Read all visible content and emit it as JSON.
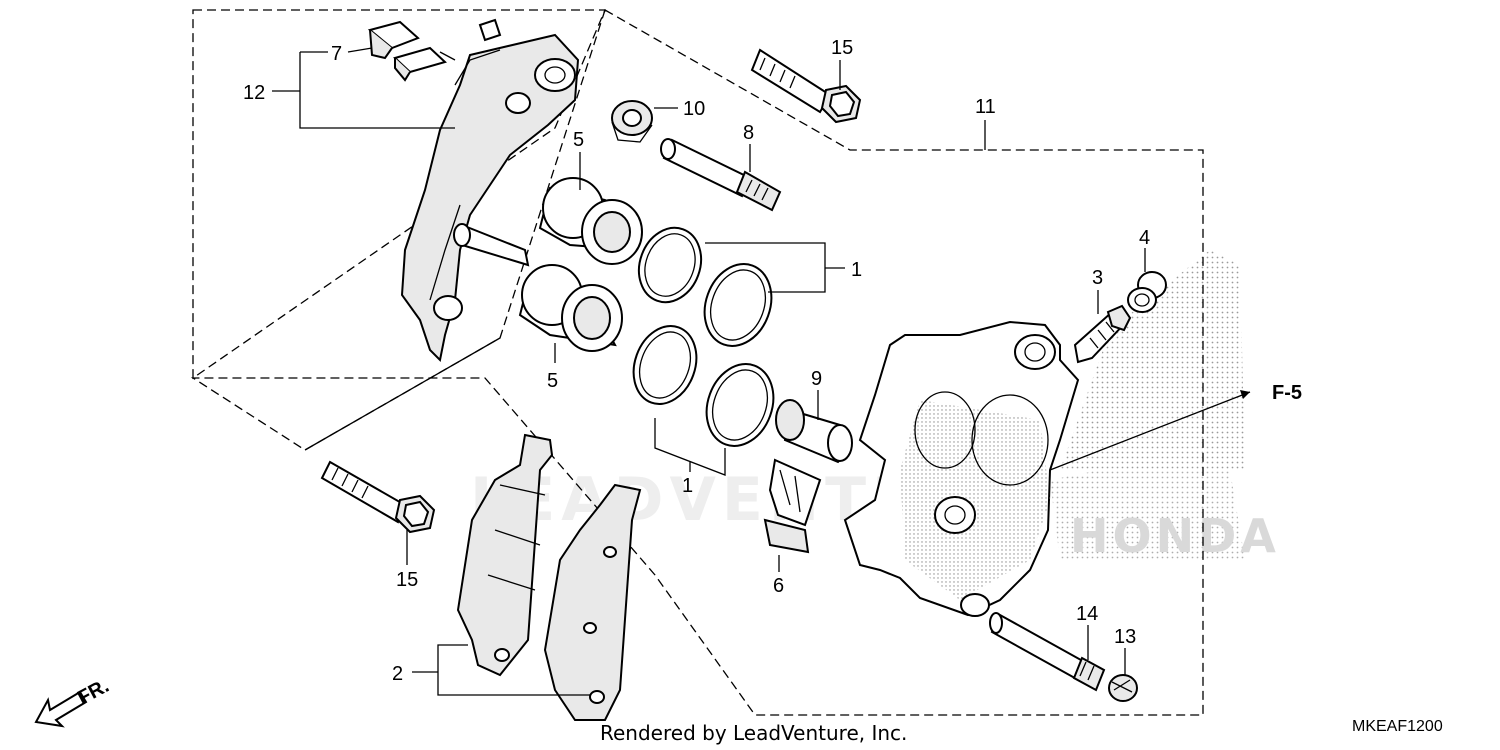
{
  "diagram": {
    "callouts": {
      "c1a": "1",
      "c1b": "1",
      "c2": "2",
      "c3": "3",
      "c4": "4",
      "c5a": "5",
      "c5b": "5",
      "c6": "6",
      "c7": "7",
      "c8": "8",
      "c9": "9",
      "c10": "10",
      "c11": "11",
      "c12": "12",
      "c13": "13",
      "c14": "14",
      "c15a": "15",
      "c15b": "15"
    },
    "reference_label": "F-5",
    "direction_label": "FR.",
    "watermark": "LEADVENTURE",
    "brand_watermark": "HONDA",
    "footer": "Rendered by LeadVenture, Inc.",
    "diagram_code": "MKEAF1200"
  }
}
